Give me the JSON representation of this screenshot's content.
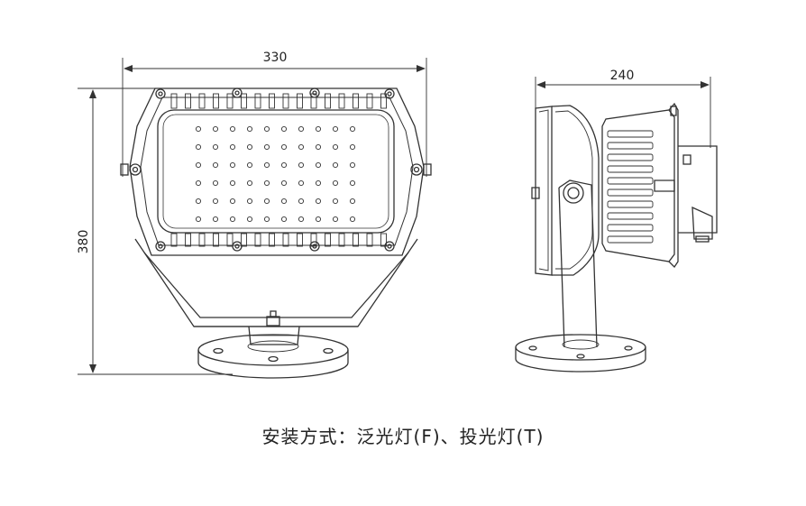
{
  "dimensions": {
    "front_width": "330",
    "front_height": "380",
    "side_depth": "240"
  },
  "caption": "安装方式：泛光灯(F)、投光灯(T)",
  "colors": {
    "line": "#333333",
    "background": "#ffffff"
  }
}
